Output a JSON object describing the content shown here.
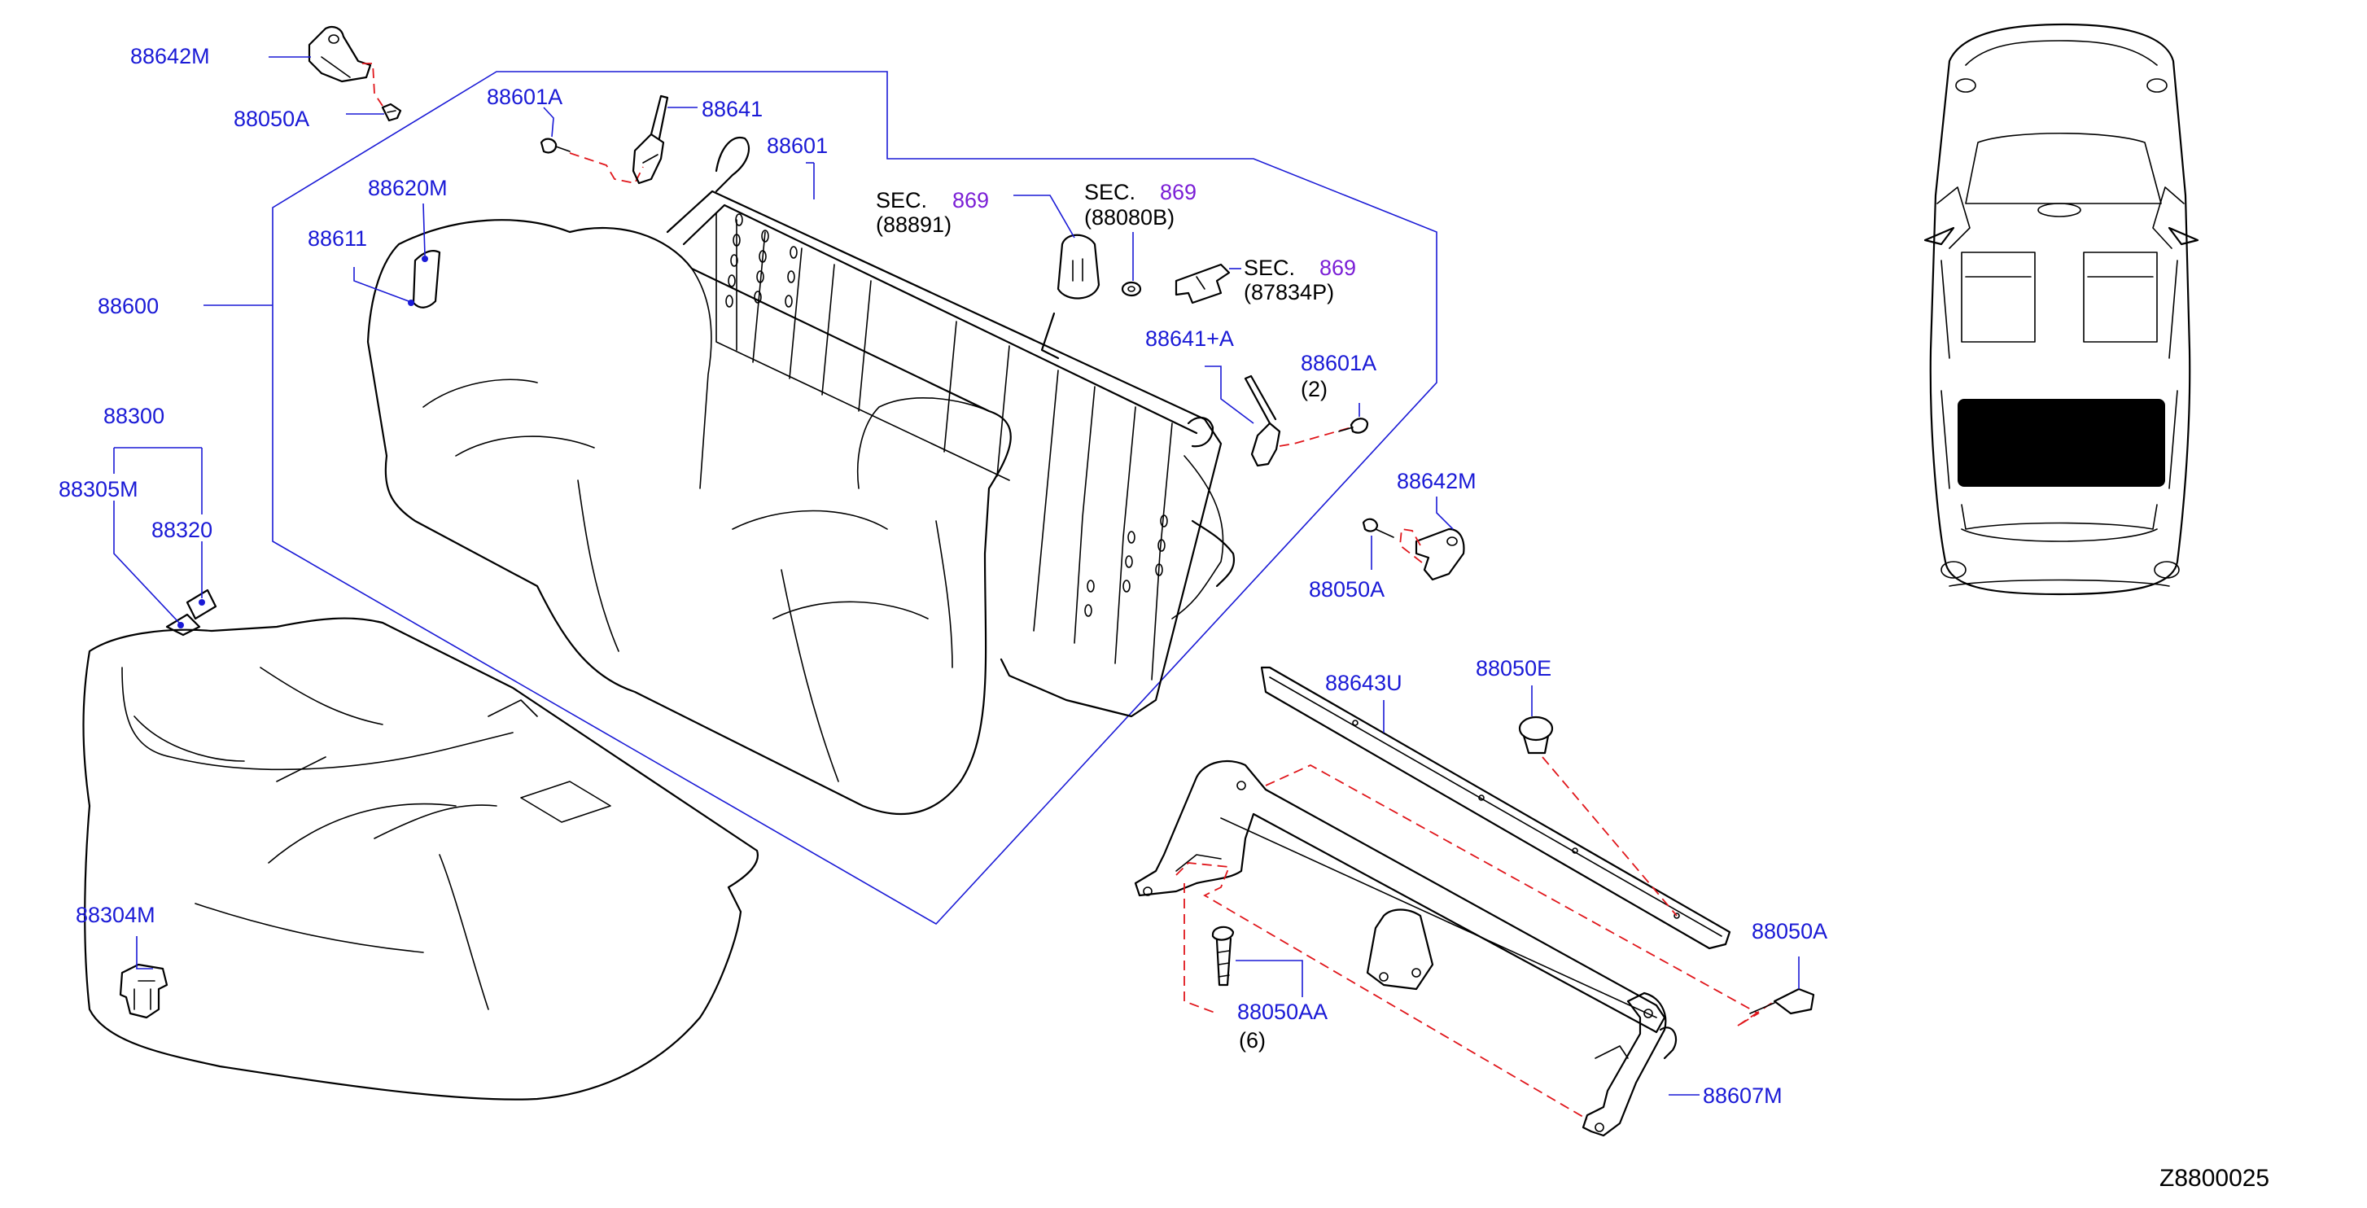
{
  "diagram_id": "Z8800025",
  "callouts": {
    "c88642M_top": "88642M",
    "c88050A_top": "88050A",
    "c88601A_top": "88601A",
    "c88641": "88641",
    "c88620M": "88620M",
    "c88611": "88611",
    "c88600": "88600",
    "c88601": "88601",
    "c88300": "88300",
    "c88305M": "88305M",
    "c88320": "88320",
    "c88304M": "88304M",
    "c88641A": "88641+A",
    "c88601A_right": "88601A",
    "c88601A_qty": "(2)",
    "c88642M_right": "88642M",
    "c88050A_right": "88050A",
    "c88643U": "88643U",
    "c88050E": "88050E",
    "c88050A_far": "88050A",
    "c88050AA": "88050AA",
    "c88050AA_qty": "(6)",
    "c88607M": "88607M"
  },
  "section_refs": [
    {
      "prefix": "SEC.",
      "number": "869",
      "ref": "(88891)"
    },
    {
      "prefix": "SEC.",
      "number": "869",
      "ref": "(88080B)"
    },
    {
      "prefix": "SEC.",
      "number": "869",
      "ref": "(87834P)"
    }
  ],
  "colors": {
    "part_number": "#1a1ad6",
    "section_number": "#7b1fd6",
    "assembly_dash": "#e0161b",
    "linework": "#000000"
  }
}
